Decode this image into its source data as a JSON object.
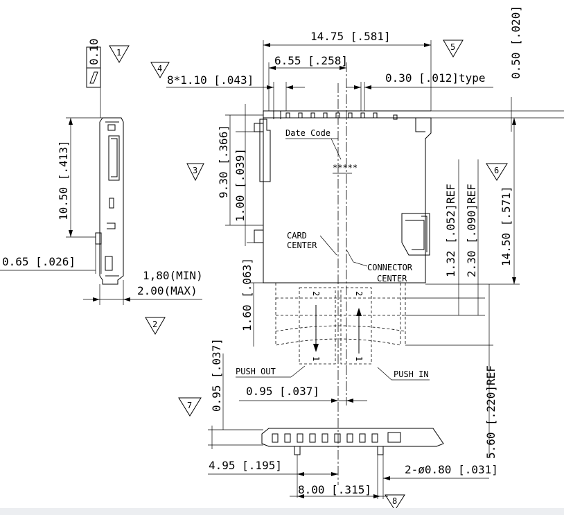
{
  "dimensions": {
    "overall_width": "14.75 [.581]",
    "width_6_55": "6.55 [.258]",
    "pin_pitch": "8*1.10 [.043]",
    "pin_width": "0.30 [.012]type",
    "top_gap": "0.50 [.020]",
    "side_height": "10.50 [.413]",
    "flatness_value": "0.10",
    "card_offset_9_30": "9.30 [.366]",
    "card_offset_1_00": "1.00 [.039]",
    "card_shift_1_60": "1.60 [.063]",
    "ref_1_32": "1.32 [.052]REF",
    "ref_2_30": "2.30 [.090]REF",
    "total_height": "14.50 [.571]",
    "ref_5_60": "5.60 [.220]REF",
    "side_0_65": "0.65 [.026]",
    "thickness_min": "1,80(MIN)",
    "thickness_max": "2.00(MAX)",
    "offset_vertical_0_95": "0.95 [.037]",
    "offset_horizontal_0_95": "0.95 [.037]",
    "peg_offset": "4.95 [.195]",
    "peg_spacing": "8.00 [.315]",
    "peg_dia": "2-ø0.80 [.031]"
  },
  "labels": {
    "date_code": "Date Code",
    "date_code_mark": "*****",
    "card_center_1": "CARD",
    "card_center_2": "CENTER",
    "connector_center_1": "CONNECTOR",
    "connector_center_2": "CENTER",
    "push_out": "PUSH OUT",
    "push_in": "PUSH IN",
    "num_1": "1",
    "num_2": "2"
  },
  "callouts": [
    "1",
    "2",
    "3",
    "4",
    "5",
    "6",
    "7",
    "8"
  ]
}
